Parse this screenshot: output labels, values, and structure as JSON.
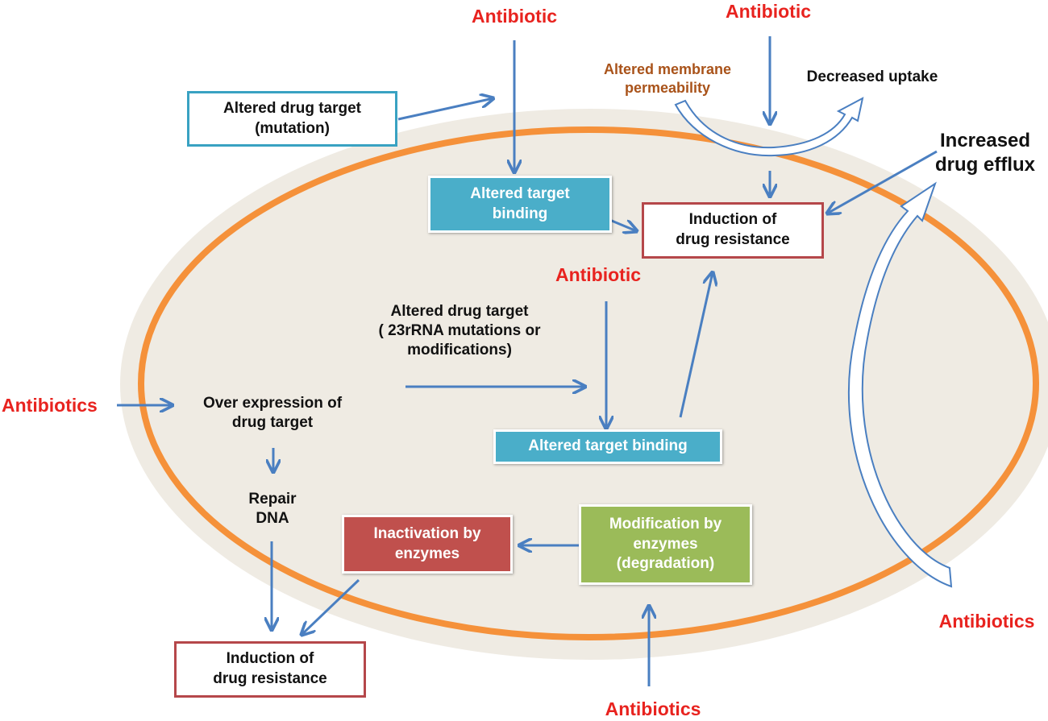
{
  "colors": {
    "cell_fill": "#efebe3",
    "cell_border": "#f5913a",
    "arrow": "#4a7fc1",
    "antibiotic_text": "#e8231f",
    "membrane_text": "#a9531a"
  },
  "labels": {
    "antibiotic_top_center": "Antibiotic",
    "antibiotic_top_right": "Antibiotic",
    "antibiotic_middle": "Antibiotic",
    "antibiotics_left": "Antibiotics",
    "antibiotics_right": "Antibiotics",
    "antibiotics_bottom": "Antibiotics",
    "altered_membrane_line1": "Altered membrane",
    "altered_membrane_line2": "permeability",
    "decreased_uptake": "Decreased uptake",
    "increased_efflux_line1": "Increased",
    "increased_efflux_line2": "drug efflux",
    "altered_23r_line1": "Altered drug target",
    "altered_23r_line2": "( 23rRNA mutations or",
    "altered_23r_line3": "modifications)",
    "overexpression_line1": "Over expression of",
    "overexpression_line2": "drug target",
    "repair_line1": "Repair",
    "repair_line2": "DNA"
  },
  "boxes": {
    "altered_drug_target_mutation": {
      "line1": "Altered drug target",
      "line2": "(mutation)"
    },
    "altered_target_binding_top": {
      "line1": "Altered target",
      "line2": "binding"
    },
    "induction_top": {
      "line1": "Induction of",
      "line2": "drug resistance"
    },
    "altered_target_binding_middle": {
      "line1": "Altered target binding"
    },
    "inactivation_by_enzymes": {
      "line1": "Inactivation by",
      "line2": "enzymes"
    },
    "modification_by_enzymes": {
      "line1": "Modification by",
      "line2": "enzymes",
      "line3": "(degradation)"
    },
    "induction_bottom": {
      "line1": "Induction of",
      "line2": "drug resistance"
    }
  }
}
